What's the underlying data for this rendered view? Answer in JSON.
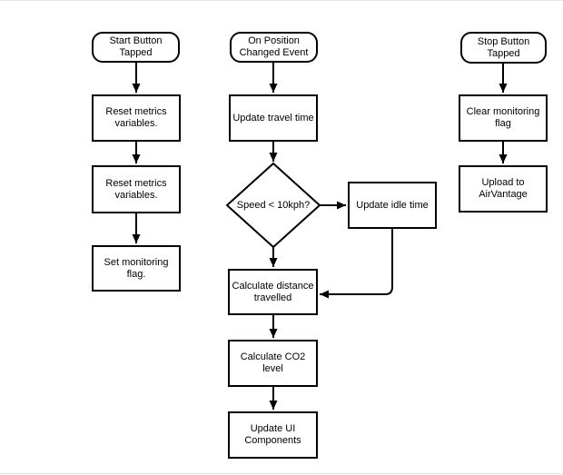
{
  "flowchart": {
    "nodes": {
      "start_terminator": {
        "type": "terminator",
        "label": "Start Button Tapped"
      },
      "reset_metrics_1": {
        "type": "process",
        "label": "Reset metrics variables."
      },
      "reset_metrics_2": {
        "type": "process",
        "label": "Reset metrics variables."
      },
      "set_monitoring_flag": {
        "type": "process",
        "label": "Set monitoring flag."
      },
      "position_changed_terminator": {
        "type": "terminator",
        "label": "On Position Changed Event"
      },
      "update_travel_time": {
        "type": "process",
        "label": "Update travel time"
      },
      "speed_decision": {
        "type": "decision",
        "label": "Speed < 10kph?"
      },
      "update_idle_time": {
        "type": "process",
        "label": "Update idle time"
      },
      "calculate_distance": {
        "type": "process",
        "label": "Calculate distance travelled"
      },
      "calculate_co2": {
        "type": "process",
        "label": "Calculate CO2 level"
      },
      "update_ui": {
        "type": "process",
        "label": "Update UI Components"
      },
      "stop_terminator": {
        "type": "terminator",
        "label": "Stop Button Tapped"
      },
      "clear_monitoring_flag": {
        "type": "process",
        "label": "Clear monitoring flag"
      },
      "upload_airvantage": {
        "type": "process",
        "label": "Upload to AirVantage"
      }
    },
    "edges": [
      {
        "from": "start_terminator",
        "to": "reset_metrics_1"
      },
      {
        "from": "reset_metrics_1",
        "to": "reset_metrics_2"
      },
      {
        "from": "reset_metrics_2",
        "to": "set_monitoring_flag"
      },
      {
        "from": "position_changed_terminator",
        "to": "update_travel_time"
      },
      {
        "from": "update_travel_time",
        "to": "speed_decision"
      },
      {
        "from": "speed_decision",
        "to": "update_idle_time"
      },
      {
        "from": "speed_decision",
        "to": "calculate_distance"
      },
      {
        "from": "update_idle_time",
        "to": "calculate_distance"
      },
      {
        "from": "calculate_distance",
        "to": "calculate_co2"
      },
      {
        "from": "calculate_co2",
        "to": "update_ui"
      },
      {
        "from": "stop_terminator",
        "to": "clear_monitoring_flag"
      },
      {
        "from": "clear_monitoring_flag",
        "to": "upload_airvantage"
      }
    ],
    "colors": {
      "shape_stroke": "#000000",
      "shape_fill": "#ffffff",
      "text": "#000000",
      "page_edge": "#e3e3e3"
    }
  }
}
